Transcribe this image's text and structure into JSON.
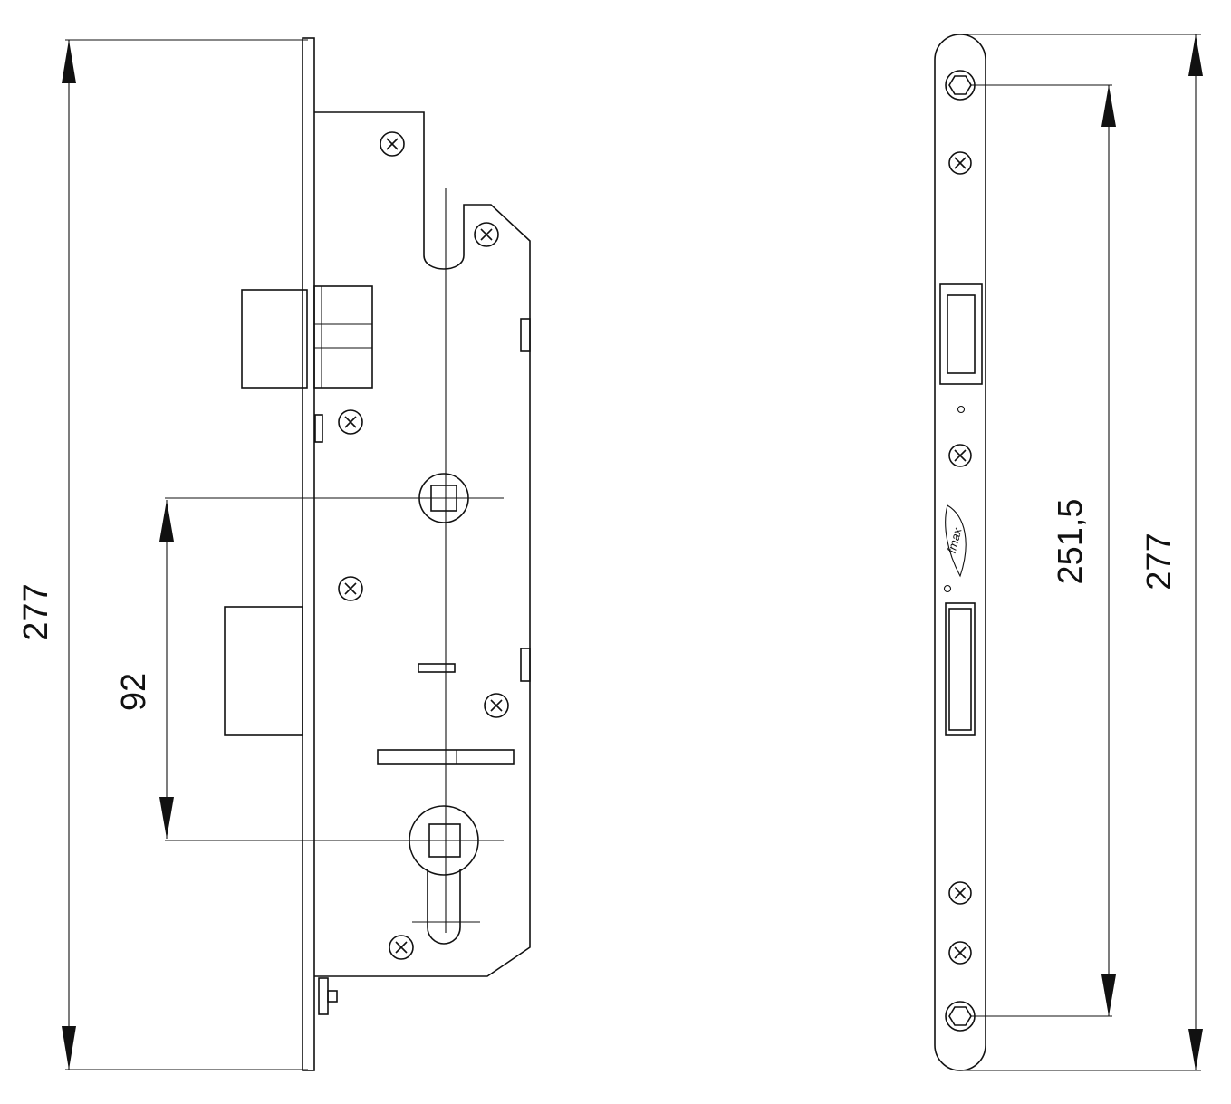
{
  "side_view": {
    "overall_height_label": "277",
    "spindle_to_cylinder_label": "92"
  },
  "faceplate_view": {
    "fixing_hole_distance_label": "251,5",
    "overall_height_label": "277",
    "logo_text": "fmax"
  }
}
